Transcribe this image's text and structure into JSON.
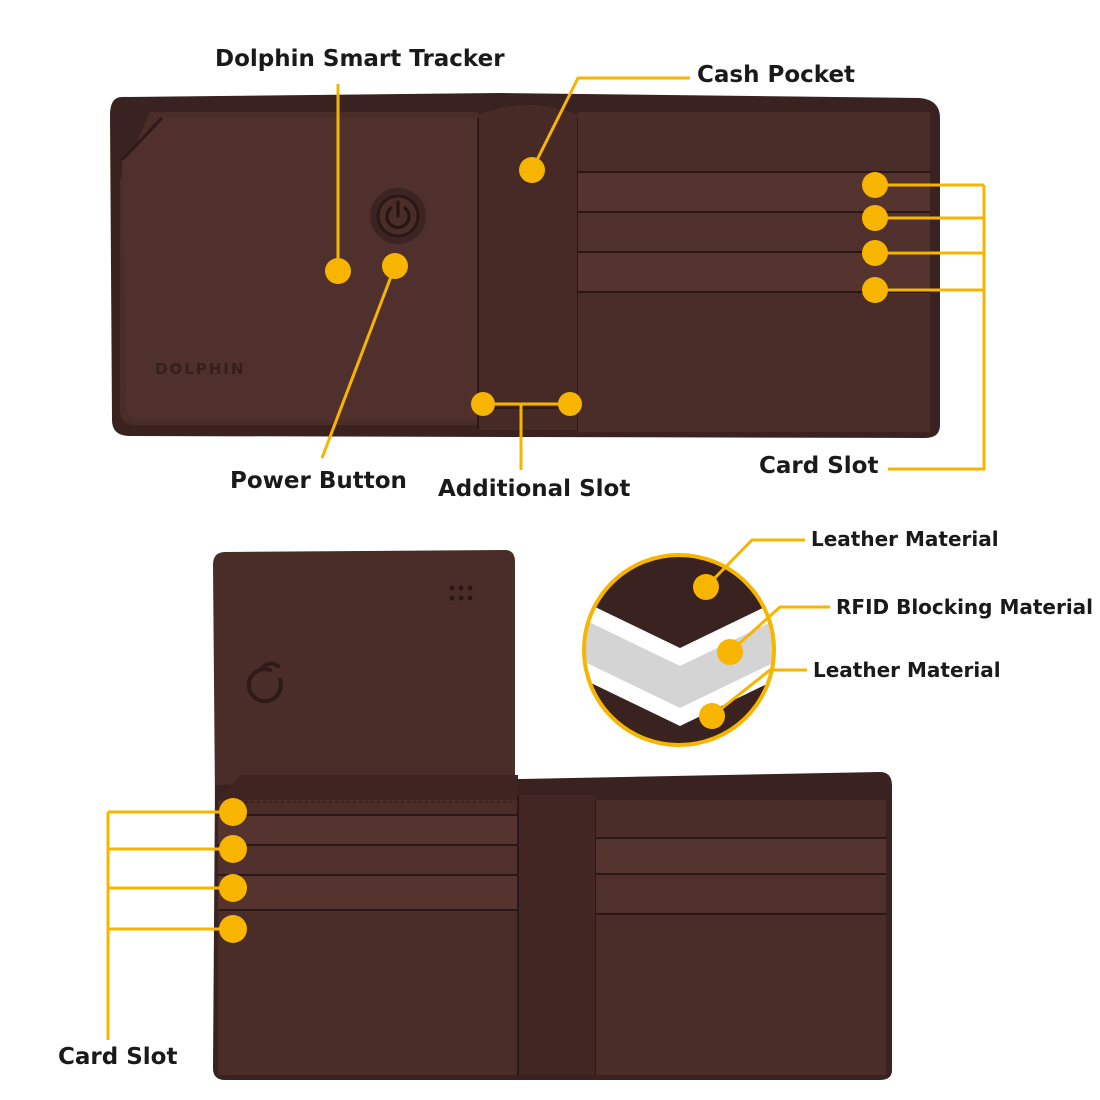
{
  "callouts": {
    "dolphin_smart_tracker": "Dolphin Smart Tracker",
    "cash_pocket": "Cash Pocket",
    "power_button": "Power Button",
    "additional_slot": "Additional Slot",
    "card_slot_top": "Card Slot",
    "leather_material_top": "Leather Material",
    "rfid_blocking_material": "RFID Blocking Material",
    "leather_material_bottom": "Leather Material",
    "card_slot_bottom": "Card Slot"
  },
  "wallet_brand_stamp": "DOLPHIN",
  "colors": {
    "accent": "#F7B500",
    "leather": "#4a2c28",
    "leather_dark": "#3a2220",
    "leather_light": "#553430",
    "rfid_layer": "#d4d4d4",
    "label_text": "#1a1a1a"
  },
  "icons": {
    "tracker_power": "power-icon",
    "tracker_logo": "dolphin-logo-icon"
  }
}
